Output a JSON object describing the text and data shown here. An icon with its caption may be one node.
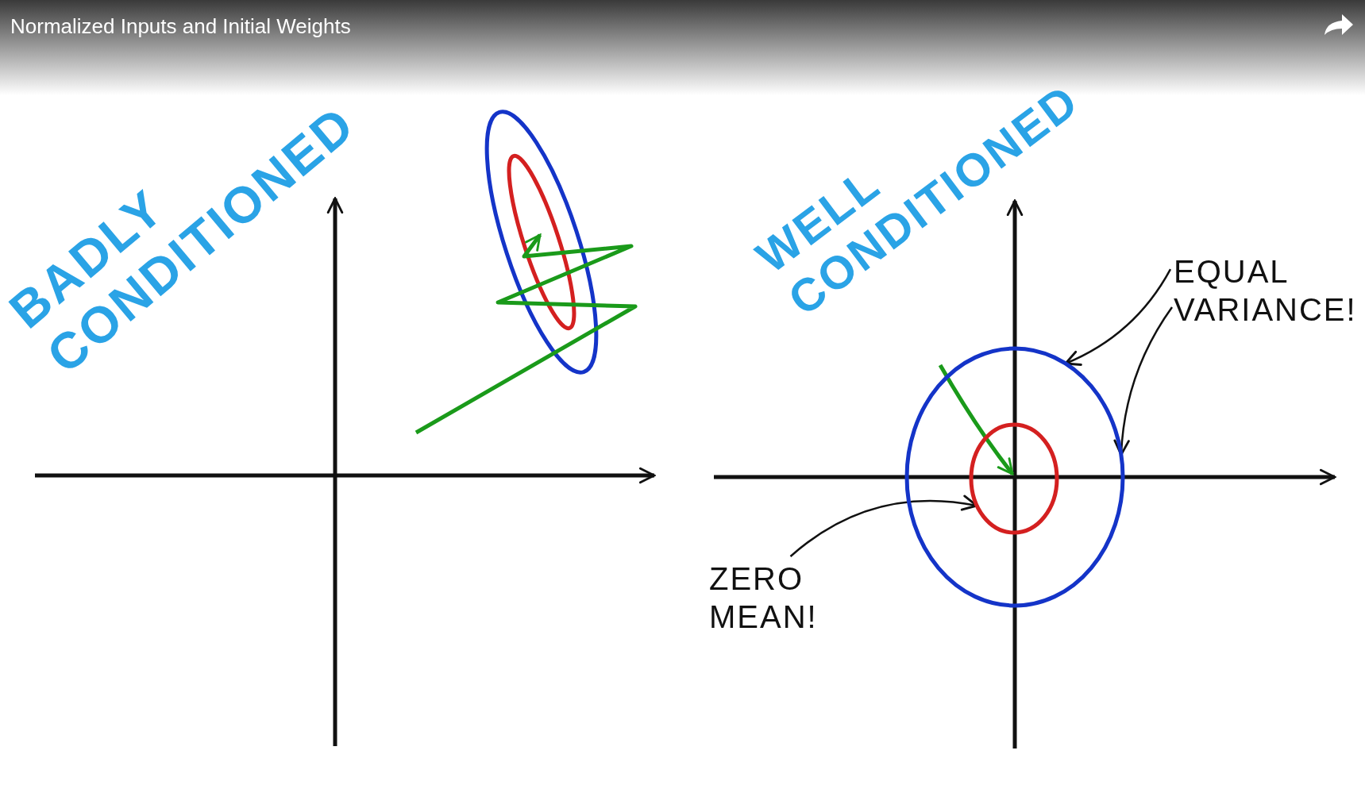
{
  "diagram": {
    "title": "Normalized Inputs and Initial Weights",
    "nodes": [
      {
        "text": [
          "EQUAL VARIANCE!"
        ]
      },
      {
        "text": [],
        "shape": "circle"
      },
      {
        "text": [
          "ZERO MEAN!"
        ]
      },
      {
        "text": [],
        "shape": "circle",
        "in": 1
      }
    ],
    "edges": [
      {
        "from": 0,
        "to": 1,
        "arrow": "to"
      },
      {
        "from": 0,
        "to": 1,
        "arrow": "to"
      },
      {
        "from": 2,
        "to": 3,
        "arrow": "to"
      }
    ],
    "labels": [
      "BADLY CONDITIONED",
      "WELL CONDITIONED"
    ]
  }
}
